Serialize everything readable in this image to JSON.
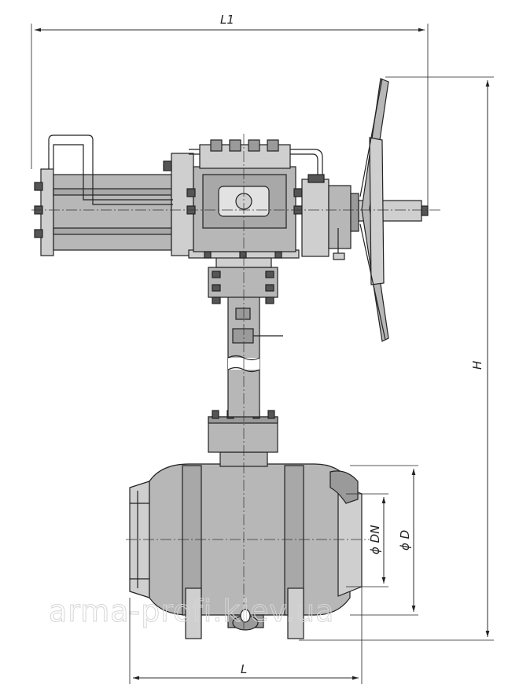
{
  "dimensions": {
    "l1": "L1",
    "h": "H",
    "l": "L",
    "dn": "ϕ DN",
    "d": "ϕ D"
  },
  "watermark": "arma-profi.kiev.ua",
  "colors": {
    "body_fill": "#b7b7b7",
    "dark_fill": "#9a9a9a",
    "light_fill": "#cfcfcf",
    "line": "#222222",
    "watermark": "#d6d6d6"
  }
}
